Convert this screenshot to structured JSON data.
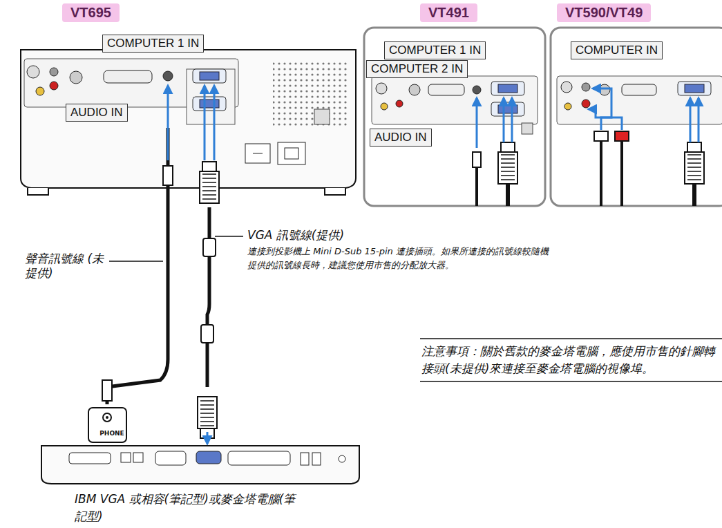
{
  "diagram": {
    "nodes": [
      {
        "text": [
          "VT695"
        ]
      },
      {
        "text": [
          "VT491"
        ]
      },
      {
        "text": [
          "VT590/VT49"
        ]
      },
      {
        "text": [
          "COMPUTER 1 IN"
        ]
      },
      {
        "text": [
          "AUDIO IN"
        ]
      },
      {
        "text": [
          "COMPUTER 1 IN"
        ]
      },
      {
        "text": [
          "COMPUTER 2 IN"
        ]
      },
      {
        "text": [
          "AUDIO IN"
        ]
      },
      {
        "text": [
          "COMPUTER IN"
        ]
      }
    ],
    "labels": [
      "聲音訊號線 (未提供)",
      "VGA 訊號線(提供)",
      "連接到投影機上 Mini D-Sub 15-pin 連接插頭。如果所連接的訊號線較隨機提供的訊號線長時，建議您使用市售的分配放大器。",
      "注意事項：關於舊款的麥金塔電腦，應使用市售的針腳轉接頭(未提供)來連接至麥金塔電腦的視像埠。",
      "PHONE",
      "IBM VGA 或相容(筆記型)或麥金塔電腦(筆記型)"
    ]
  }
}
